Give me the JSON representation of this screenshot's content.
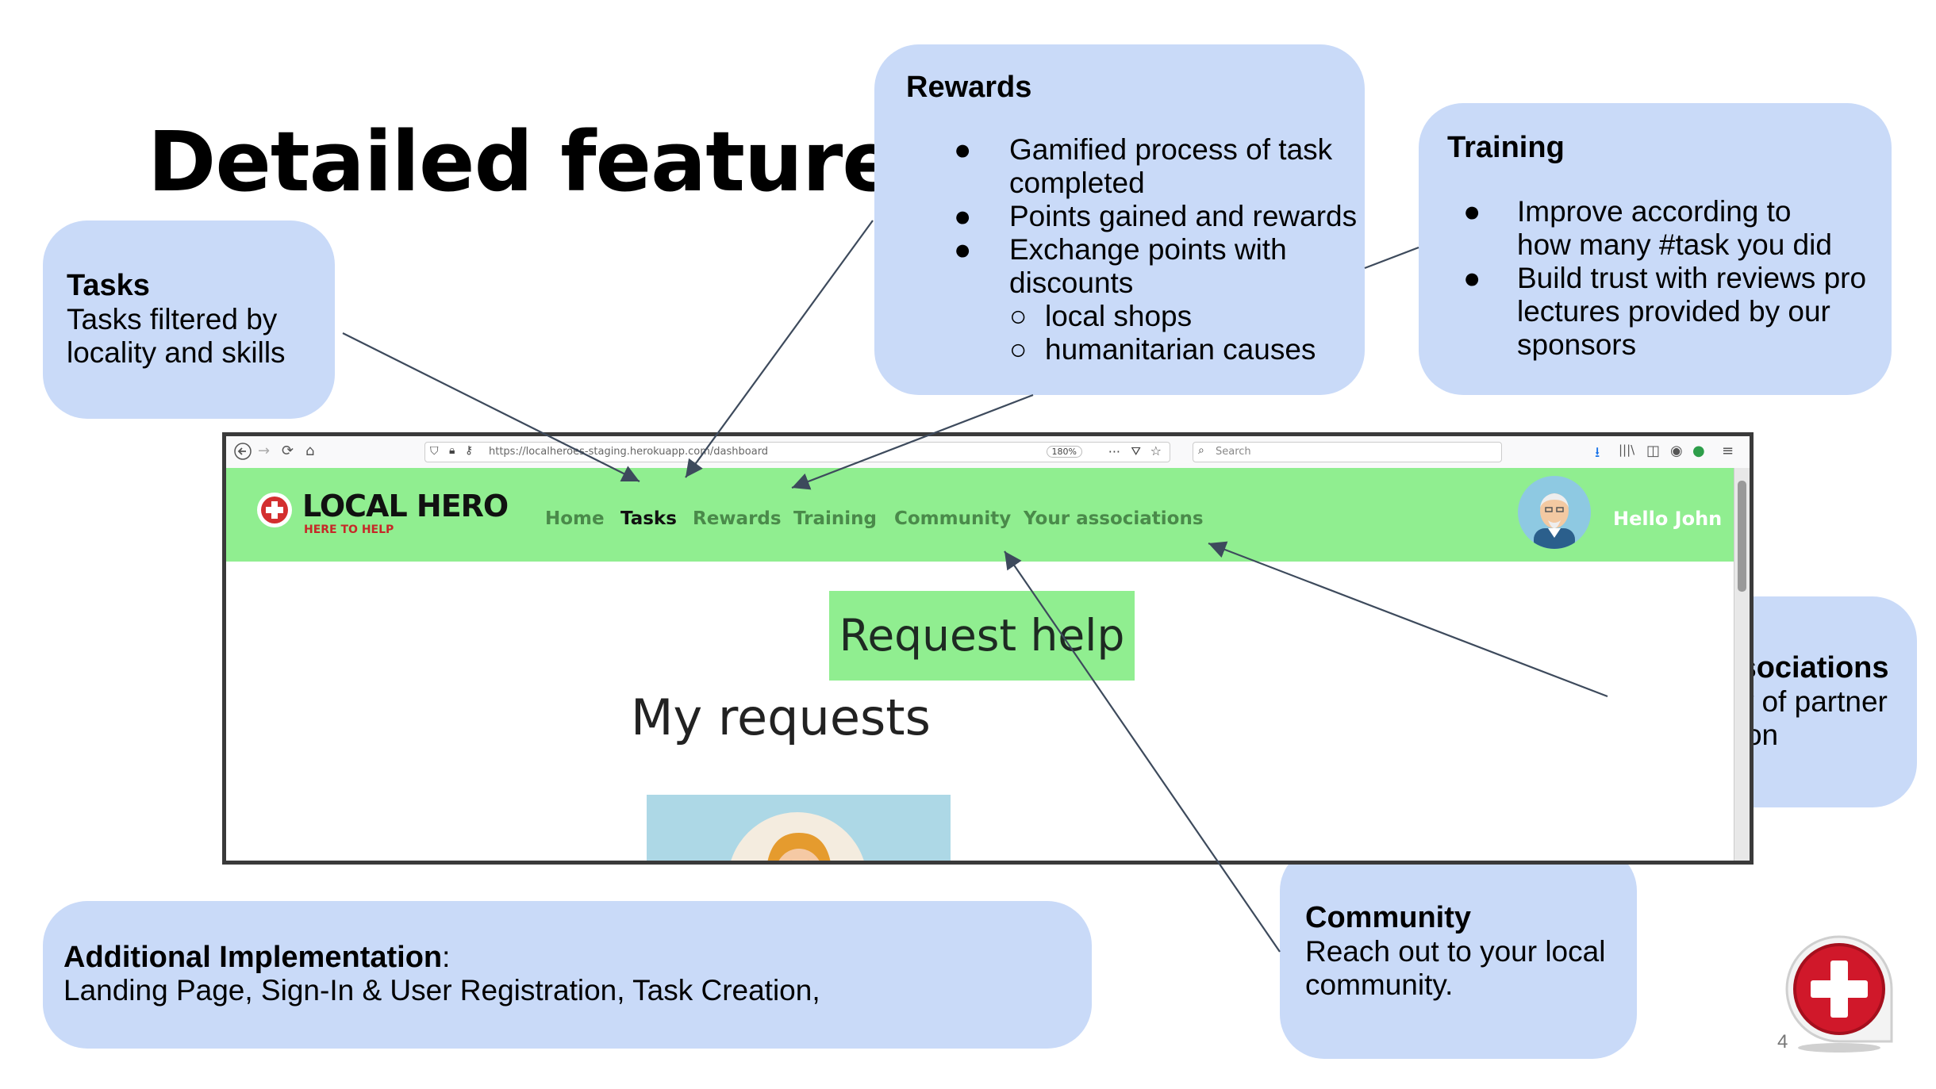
{
  "slide": {
    "title": "Detailed features",
    "page_number": "4"
  },
  "callouts": {
    "tasks": {
      "heading": "Tasks",
      "body": "Tasks filtered by locality and skills"
    },
    "rewards": {
      "heading": "Rewards",
      "bullets": [
        "Gamified process of task completed",
        "Points gained and rewards",
        "Exchange points with discounts"
      ],
      "sub_bullets": [
        "local shops",
        "humanitarian causes"
      ]
    },
    "training": {
      "heading": "Training",
      "bullets": [
        "Improve according to how many #task you did",
        "Build trust with reviews pro lectures provided by our sponsors"
      ]
    },
    "associations": {
      "heading": "Your associations",
      "body": "Overview of partner association"
    },
    "community": {
      "heading": "Community",
      "body": "Reach out to your local community."
    },
    "additional": {
      "heading": "Additional Implementation",
      "colon": ":",
      "body": "Landing Page, Sign-In & User Registration, Task Creation,"
    }
  },
  "browser": {
    "url": "https://localheroes-staging.herokuapp.com/dashboard",
    "zoom": "180%",
    "search_placeholder": "Search",
    "app": {
      "logo_name": "LOCAL HERO",
      "logo_tagline": "HERE TO HELP",
      "nav": [
        "Home",
        "Tasks",
        "Rewards",
        "Training",
        "Community",
        "Your associations"
      ],
      "active_nav": "Tasks",
      "greeting": "Hello John",
      "request_button": "Request help",
      "section_title": "My requests"
    }
  },
  "colors": {
    "callout_bg": "#c9daf8",
    "navbar_bg": "#90ee90",
    "brand_red": "#d32f2f",
    "arrow": "#3d4a5c"
  },
  "icons": [
    "back-icon",
    "forward-icon",
    "reload-icon",
    "home-icon",
    "shield-icon",
    "lock-icon",
    "key-icon",
    "more-icon",
    "pocket-icon",
    "star-icon",
    "search-icon",
    "download-icon",
    "library-icon",
    "sidebar-icon",
    "account-icon",
    "extension-icon",
    "menu-icon",
    "cross-logo-icon"
  ]
}
